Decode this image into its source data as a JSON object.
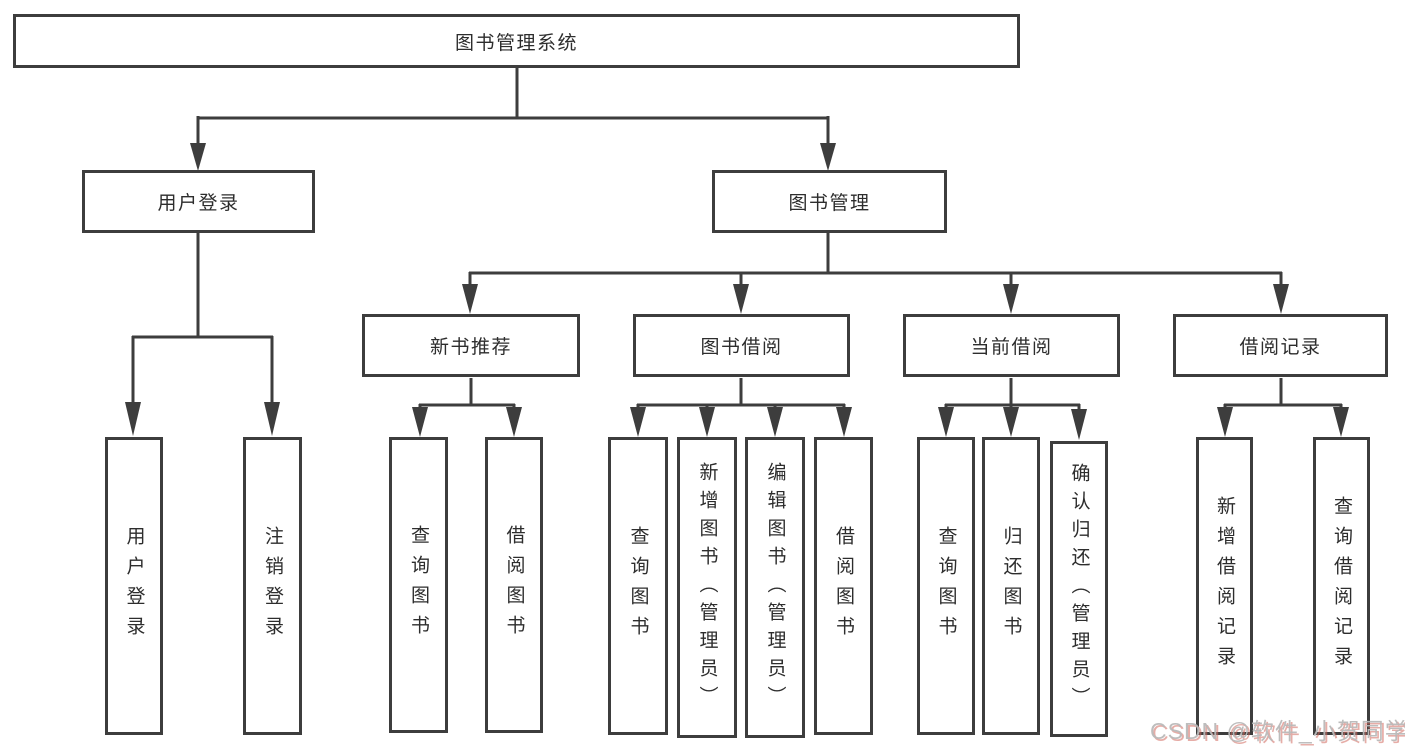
{
  "tree": {
    "root": {
      "label": "图书管理系统"
    },
    "branches": [
      {
        "label": "用户登录",
        "leaves": [
          {
            "label": "用户登录"
          },
          {
            "label": "注销登录"
          }
        ]
      },
      {
        "label": "图书管理",
        "groups": [
          {
            "label": "新书推荐",
            "leaves": [
              {
                "label": "查询图书"
              },
              {
                "label": "借阅图书"
              }
            ]
          },
          {
            "label": "图书借阅",
            "leaves": [
              {
                "label": "查询图书"
              },
              {
                "label": "新增图书（管理员）"
              },
              {
                "label": "编辑图书（管理员）"
              },
              {
                "label": "借阅图书"
              }
            ]
          },
          {
            "label": "当前借阅",
            "leaves": [
              {
                "label": "查询图书"
              },
              {
                "label": "归还图书"
              },
              {
                "label": "确认归还（管理员）"
              }
            ]
          },
          {
            "label": "借阅记录",
            "leaves": [
              {
                "label": "新增借阅记录"
              },
              {
                "label": "查询借阅记录"
              }
            ]
          }
        ]
      }
    ]
  },
  "watermark": {
    "text": "CSDN @软件_小贺同学"
  },
  "colors": {
    "line": "#3d3d3d",
    "text": "#2d2d2d",
    "background": "#ffffff",
    "watermark_gray": "#b9b9b9",
    "watermark_red": "#d2695f"
  }
}
